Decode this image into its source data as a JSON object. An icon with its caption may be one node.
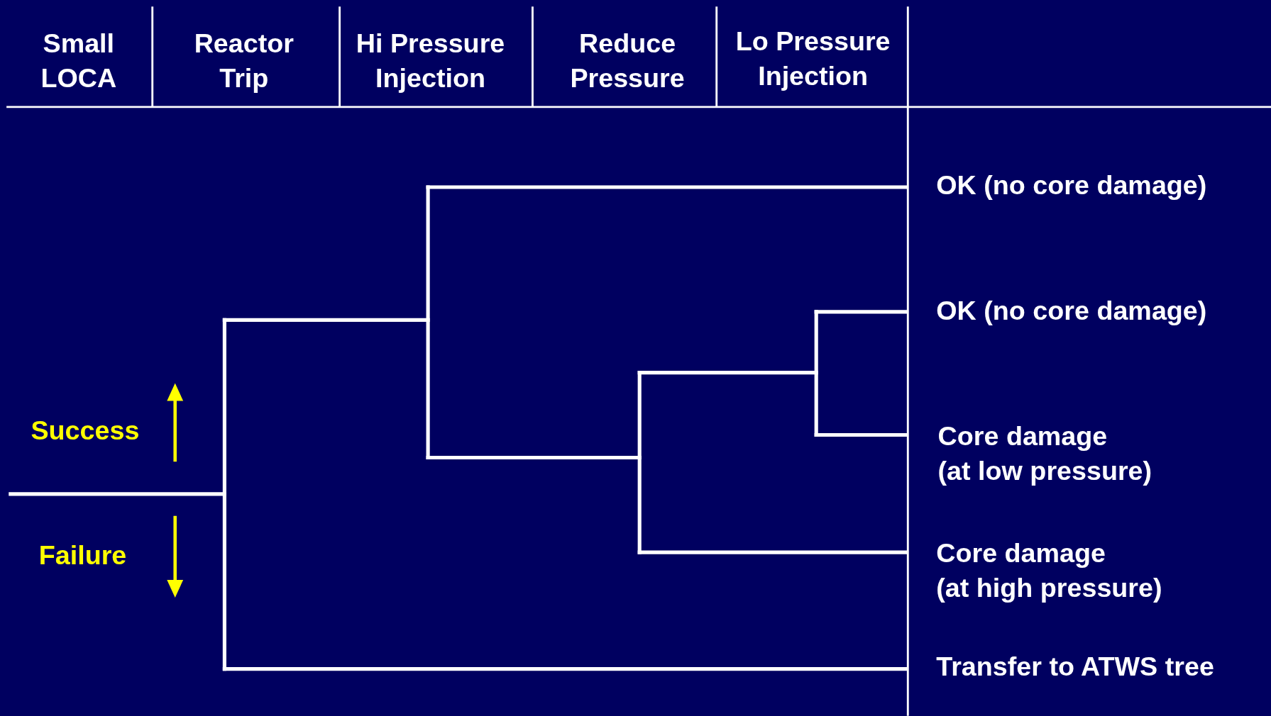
{
  "diagram": {
    "labels": [
      "Small LOCA",
      "Reactor Trip",
      "Hi Pressure Injection",
      "Reduce Pressure",
      "Lo Pressure Injection",
      "OK (no core damage)",
      "OK (no core damage)",
      "Success",
      "Core damage (at low pressure)",
      "Failure",
      "Core damage (at high pressure)",
      "Transfer to ATWS tree"
    ]
  }
}
